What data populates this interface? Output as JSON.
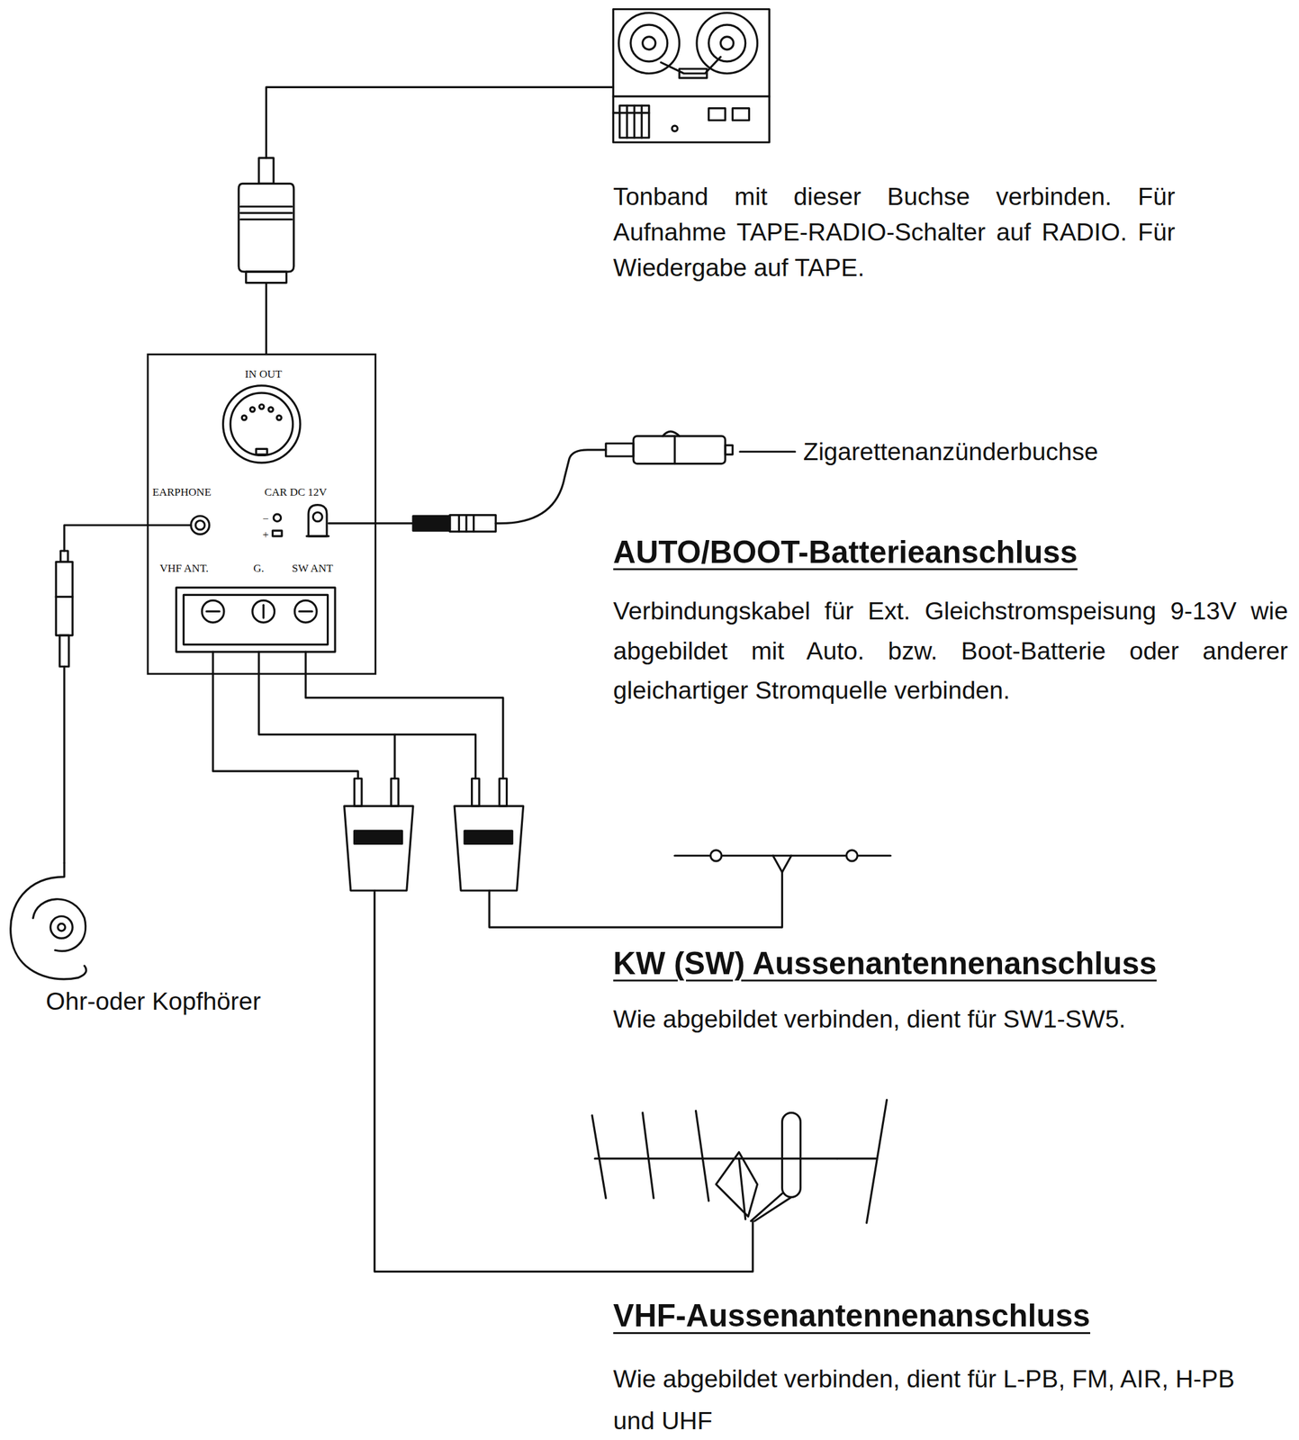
{
  "diagram": {
    "nodes": [
      {
        "text": [
          "IN OUT",
          "EARPHONE",
          "CAR DC 12V",
          "−",
          "+",
          "VHF ANT.",
          "G.",
          "SW ANT"
        ]
      }
    ],
    "labels": [
      "Tonband mit dieser Buchse verbinden. Für Aufnahme TAPE-RADIO-Schalter auf RADIO. Für Wiedergabe auf TAPE.",
      "Zigarettenanzünderbuchse",
      "AUTO/BOOT-Batterieanschluss",
      "Verbindungskabel für Ext. Gleichstromspeisung 9-13V wie abgebildet mit Auto. bzw. Boot-Batterie oder anderer gleichartiger Stromquelle verbinden.",
      "KW (SW) Aussenantennenanschluss",
      "Wie abgebildet verbinden, dient für SW1-SW5.",
      "Ohr-oder Kopfhörer",
      "VHF-Aussenantennenanschluss",
      "Wie abgebildet verbinden, dient für L-PB, FM, AIR, H-PB und UHF"
    ]
  }
}
